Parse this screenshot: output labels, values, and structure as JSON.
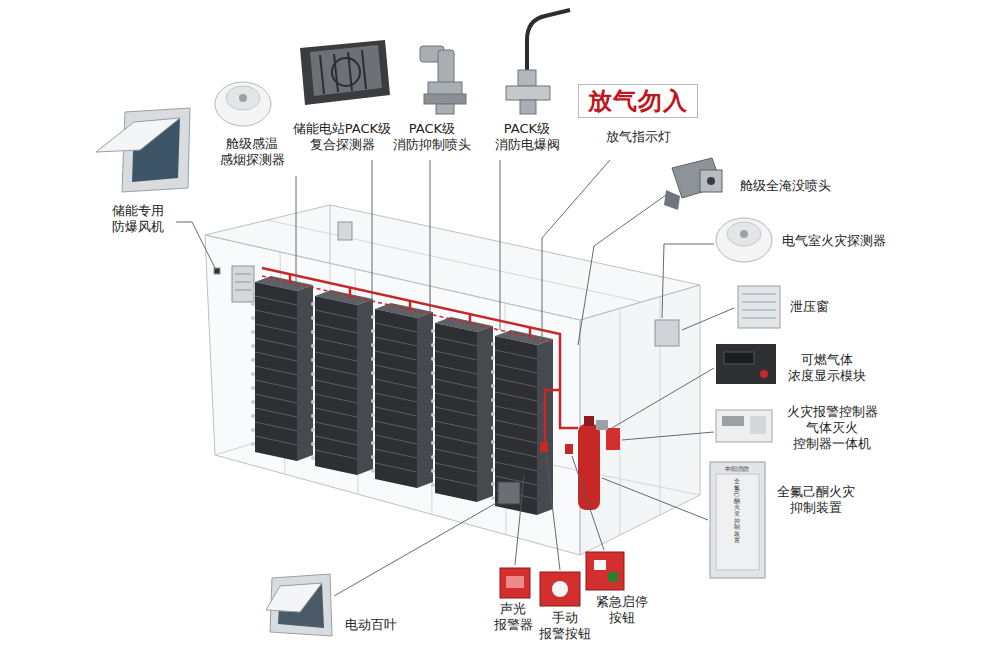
{
  "diagram": {
    "nodes": [
      {
        "text": [
          "放气勿入",
          "放气指示灯"
        ]
      }
    ],
    "labels": [
      "储能专用 防爆风机",
      "舱级感温 感烟探测器",
      "储能电站PACK级 复合探测器",
      "PACK级 消防抑制喷头",
      "PACK级 消防电爆阀",
      "舱级全淹没喷头",
      "电气室火灾探测器",
      "泄压窗",
      "可燃气体 浓度显示模块",
      "火灾报警控制器 气体灭火 控制器一体机",
      "全氟己酮火灾 抑制装置",
      "电动百叶",
      "声光 报警器",
      "手动 报警按钮",
      "紧急启停 按钮",
      "中阳消防",
      "全氟己酮火灾抑制装置"
    ]
  }
}
